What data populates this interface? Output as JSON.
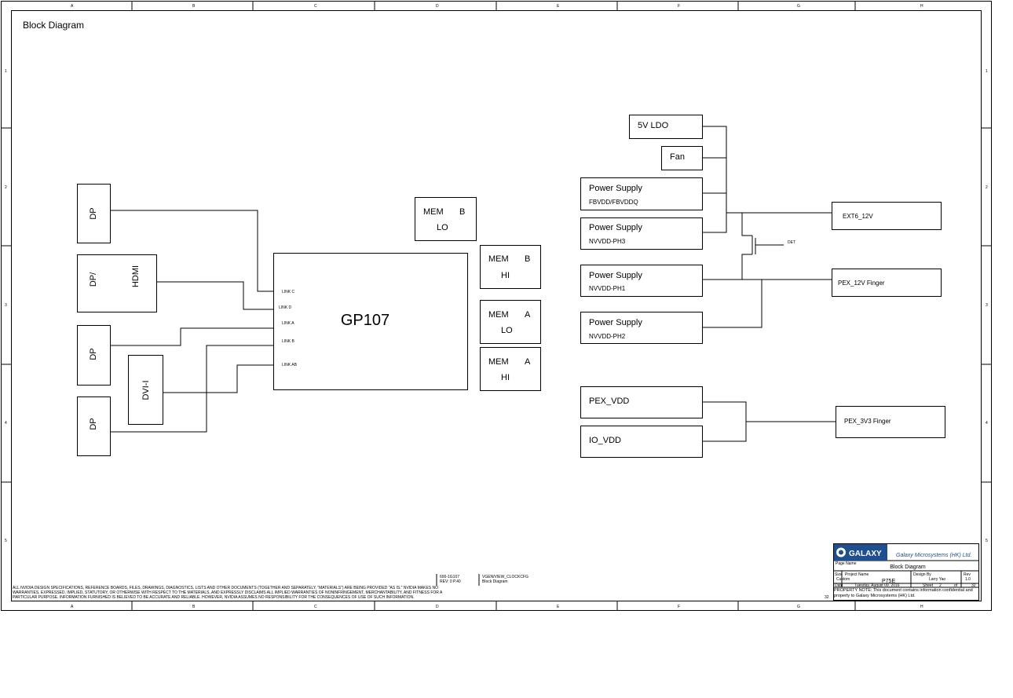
{
  "sheet": {
    "title": "Block Diagram",
    "col_labels": [
      "A",
      "B",
      "C",
      "D",
      "E",
      "F",
      "G",
      "H"
    ],
    "row_labels": [
      "1",
      "2",
      "3",
      "4",
      "5"
    ]
  },
  "gpu": {
    "name": "GP107",
    "links": [
      "LINK C",
      "LINK D",
      "LINK A",
      "LINK B",
      "LINK AB"
    ]
  },
  "connectors": {
    "dp1": "DP",
    "dp_hdmi_a": "DP/",
    "dp_hdmi_b": "HDMI",
    "dp2": "DP",
    "dvi": "DVI-I",
    "dp3": "DP"
  },
  "memory": {
    "mem_b_lo": [
      "MEM",
      "B",
      "LO"
    ],
    "mem_b_hi": [
      "MEM",
      "B",
      "HI"
    ],
    "mem_a_lo": [
      "MEM",
      "A",
      "LO"
    ],
    "mem_a_hi": [
      "MEM",
      "A",
      "HI"
    ]
  },
  "power": {
    "ldo_5v": "5V LDO",
    "fan": "Fan",
    "ps_fbvdd": [
      "Power Supply",
      "FBVDD/FBVDDQ"
    ],
    "ps_nvvdd_ph3": [
      "Power Supply",
      "NVVDD-PH3"
    ],
    "ps_nvvdd_ph1": [
      "Power Supply",
      "NVVDD-PH1"
    ],
    "ps_nvvdd_ph2": [
      "Power Supply",
      "NVVDD-PH2"
    ],
    "ext6": "EXT6_12V",
    "det": "DET",
    "pex12": "PEX_12V Finger",
    "pex_vdd": "PEX_VDD",
    "io_vdd": "IO_VDD",
    "pex3v3": "PEX_3V3 Finger"
  },
  "title_block": {
    "logo": "GALAXY",
    "company": "Galaxy Microsystems (HK) Ltd.",
    "page_name_label": "Page Name",
    "page_name": "Block Diagram",
    "size_label": "Size",
    "size": "Custom",
    "project_label": "Project Name",
    "project": "P75E",
    "design_label": "Design By",
    "designer": "Larry Yao",
    "rev_label": "Rev",
    "rev": "1.0",
    "date_label": "Date",
    "date": "Tuesday, August 09, 2016",
    "sheet_label": "Sheet",
    "sheet_no": "2",
    "sheet_of": "of",
    "sheet_total": "32",
    "property_note": "PROPERTY NOTE: This document contains information confidential and property to Galaxy Microsystems (HK) Ltd.",
    "page_ref": "32"
  },
  "notes": {
    "legal_1": "ALL NVIDIA DESIGN SPECIFICATIONS, REFERENCE BOARDS, FILES, DRAWINGS, DIAGNOSTICS, LISTS AND OTHER DOCUMENTS (TOGETHER AND SEPARATELY, \"MATERIALS\") ARE BEING PROVIDED \"AS IS.\" NVIDIA MAKES NO",
    "legal_2": "WARRANTIES, EXPRESSED, IMPLIED, STATUTORY, OR OTHERWISE WITH RESPECT TO THE MATERIALS, AND EXPRESSLY DISCLAIMS ALL IMPLIED WARRANTIES OF NONINFRINGEMENT, MERCHANTABILITY, AND FITNESS FOR A",
    "legal_3": "PARTICULAR PURPOSE. INFORMATION FURNISHED IS BELIEVED TO BE ACCURATE AND RELIABLE. HOWEVER, NVIDIA ASSUMES NO RESPONSIBILITY FOR THE CONSEQUENCES OF USE OF SUCH INFORMATION.",
    "ref_1": "600-1G107",
    "ref_2": "REV: 0 P.40",
    "ref_3": "VGEN/VIEW_CLOCKCFG",
    "ref_4": "Block Diagram"
  }
}
